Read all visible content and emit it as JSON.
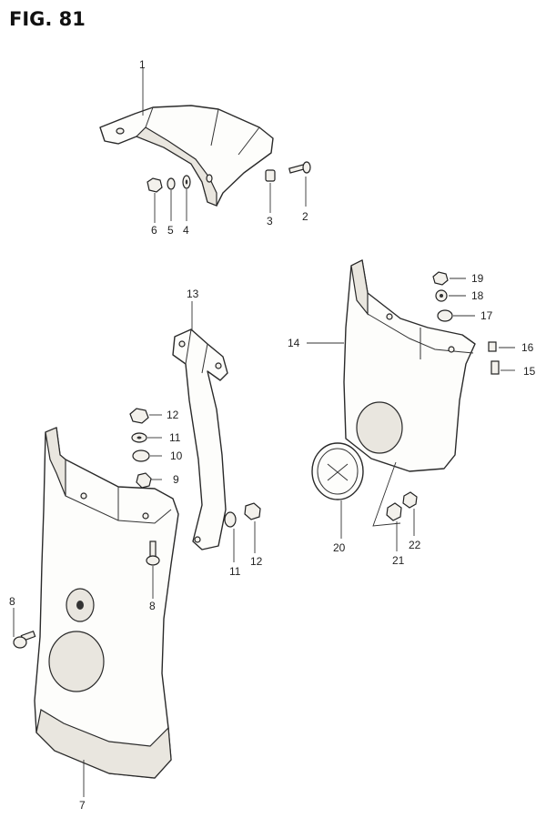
{
  "figure": {
    "title": "FIG. 81"
  },
  "callouts": {
    "c1": "1",
    "c2": "2",
    "c3": "3",
    "c4": "4",
    "c5": "5",
    "c6": "6",
    "c7": "7",
    "c8a": "8",
    "c8b": "8",
    "c9": "9",
    "c10": "10",
    "c11a": "11",
    "c11b": "11",
    "c12a": "12",
    "c12b": "12",
    "c13": "13",
    "c14": "14",
    "c15": "15",
    "c16": "16",
    "c17": "17",
    "c18": "18",
    "c19": "19",
    "c20": "20",
    "c21": "21",
    "c22": "22"
  }
}
